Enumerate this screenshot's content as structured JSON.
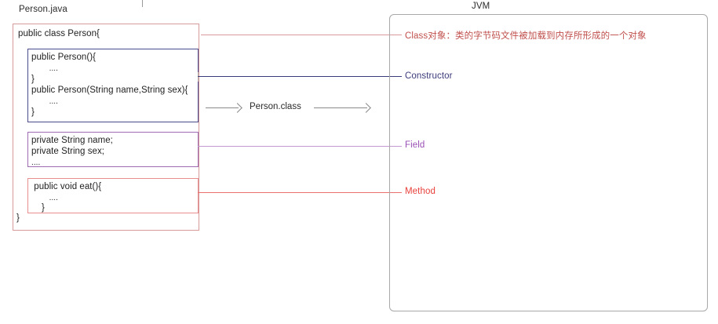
{
  "diagram": {
    "left_caption": "Person.java",
    "right_caption": "JVM",
    "middle_label": "Person.class"
  },
  "class_box": {
    "header": "public class Person{",
    "footer": "}"
  },
  "constructor_box": {
    "lines": [
      "public Person(){",
      "        ....",
      "}",
      "public Person(String name,String sex){",
      "        ....",
      "}"
    ]
  },
  "field_box": {
    "lines": [
      "private String name;",
      "private String sex;",
      "...."
    ]
  },
  "method_box": {
    "lines": [
      " public void eat(){",
      "        ....",
      "    }"
    ]
  },
  "annotations": [
    {
      "key": "class",
      "label": "Class对象：类的字节码文件被加载到内存所形成的一个对象",
      "color": "#c0504d"
    },
    {
      "key": "constructor",
      "label": "Constructor",
      "color": "#3b3b7a"
    },
    {
      "key": "field",
      "label": "Field",
      "color": "#9a4fb5"
    },
    {
      "key": "method",
      "label": "Method",
      "color": "#e8403c"
    }
  ]
}
